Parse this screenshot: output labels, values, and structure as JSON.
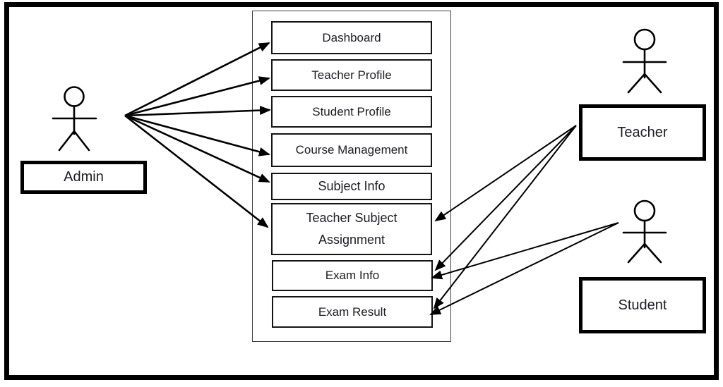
{
  "diagram_type": "use-case-diagram",
  "actors": {
    "admin": {
      "label": "Admin"
    },
    "teacher": {
      "label": "Teacher"
    },
    "student": {
      "label": "Student"
    }
  },
  "use_cases": [
    {
      "id": "dashboard",
      "label": "Dashboard"
    },
    {
      "id": "teacher-profile",
      "label": "Teacher Profile"
    },
    {
      "id": "student-profile",
      "label": "Student Profile"
    },
    {
      "id": "course-management",
      "label": "Course Management"
    },
    {
      "id": "subject-info",
      "label": "Subject Info"
    },
    {
      "id": "teacher-subject-assignment",
      "label": "Teacher Subject Assignment",
      "line1": "Teacher Subject",
      "line2": "Assignment"
    },
    {
      "id": "exam-info",
      "label": "Exam Info"
    },
    {
      "id": "exam-result",
      "label": "Exam Result"
    }
  ],
  "connections": [
    {
      "from": "Admin",
      "to": "Dashboard"
    },
    {
      "from": "Admin",
      "to": "Teacher Profile"
    },
    {
      "from": "Admin",
      "to": "Student Profile"
    },
    {
      "from": "Admin",
      "to": "Course Management"
    },
    {
      "from": "Admin",
      "to": "Subject Info"
    },
    {
      "from": "Admin",
      "to": "Teacher Subject Assignment"
    },
    {
      "from": "Teacher",
      "to": "Teacher Subject Assignment"
    },
    {
      "from": "Teacher",
      "to": "Exam Info"
    },
    {
      "from": "Teacher",
      "to": "Exam Result"
    },
    {
      "from": "Student",
      "to": "Exam Info"
    },
    {
      "from": "Student",
      "to": "Exam Result"
    }
  ],
  "colors": {
    "stroke": "#000000",
    "text": "#1c1c24",
    "background": "#ffffff"
  }
}
